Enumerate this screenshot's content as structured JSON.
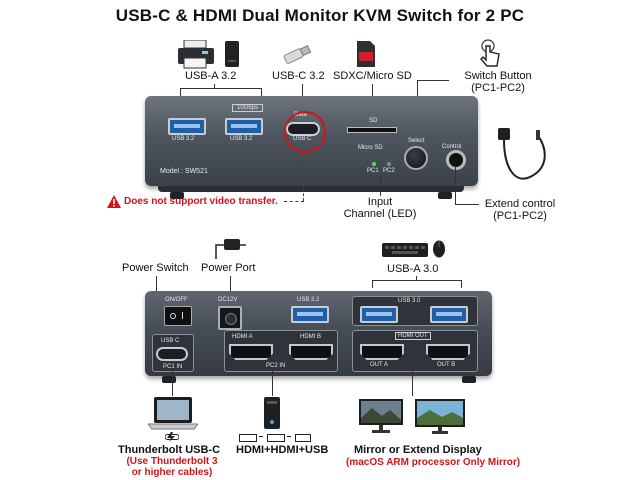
{
  "title": "USB-C & HDMI Dual Monitor KVM Switch for 2 PC",
  "front_labels": {
    "usba": "USB-A 3.2",
    "usbc": "USB-C 3.2",
    "sd": "SDXC/Micro SD",
    "switch_line1": "Switch Button",
    "switch_line2": "(PC1-PC2)",
    "input_line1": "Input",
    "input_line2": "Channel (LED)",
    "extend_line1": "Extend control",
    "extend_line2": "(PC1-PC2)",
    "warning": "Does not support video transfer."
  },
  "front_panel": {
    "speed": "10Gbps",
    "usb32_a": "USB 3.2",
    "usb32_b": "USB 3.2",
    "data": "Data",
    "usbc": "USB C",
    "sd": "SD",
    "micro_sd": "Micro SD",
    "select": "Select",
    "control": "Control",
    "model": "Model : SW521",
    "pc1": "PC1",
    "pc2": "PC2"
  },
  "back_labels": {
    "power_switch": "Power Switch",
    "power_port": "Power Port",
    "usba30": "USB-A 3.0",
    "tb_title": "Thunderbolt USB-C",
    "tb_note1": "(Use Thunderbolt 3",
    "tb_note2": "or higher cables)",
    "hdmi_usb": "HDMI+HDMI+USB",
    "mirror_title": "Mirror or Extend Display",
    "mirror_note": "(macOS ARM processor Only Mirror)"
  },
  "back_panel": {
    "onoff": "ON/OFF",
    "dc": "DC12V",
    "usb32": "USB 3.2",
    "usb30": "USB 3.0",
    "hdmi_a": "HDMI A",
    "hdmi_b": "HDMI B",
    "hdmi_out": "HDMI OUT",
    "out_a": "OUT A",
    "out_b": "OUT B",
    "pc2_in": "PC2 IN",
    "pc1_in": "PC1 IN",
    "usbc": "USB C"
  },
  "colors": {
    "accent_red": "#d0141a",
    "device_body": "#4e555e",
    "usb_blue": "#1f5fa8"
  },
  "icons": [
    "printer-icon",
    "hard-drive-icon",
    "usb-stick-icon",
    "sd-card-icon",
    "touch-icon",
    "power-adapter-icon",
    "keyboard-icon",
    "mouse-icon",
    "laptop-icon",
    "pc-tower-icon",
    "monitor-icon",
    "warning-icon",
    "thunderbolt-icon"
  ]
}
